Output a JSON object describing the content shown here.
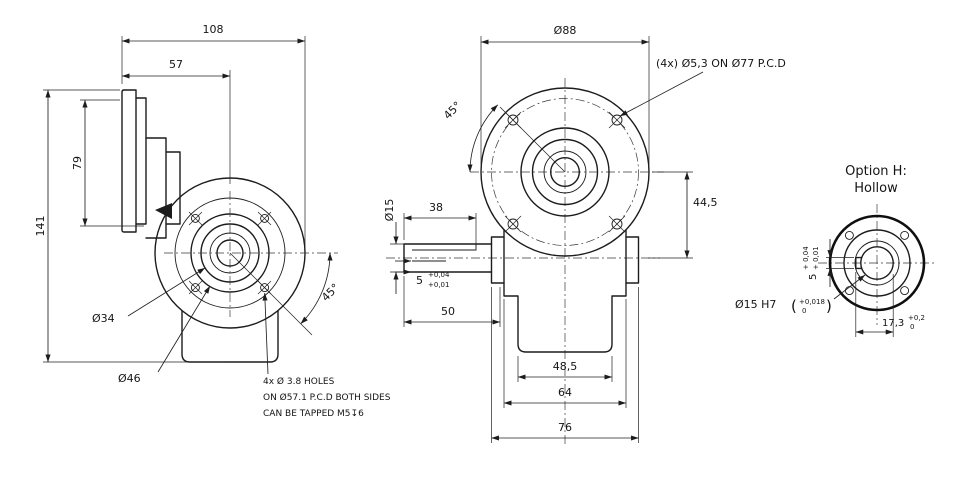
{
  "left_view": {
    "dim_width_total": "108",
    "dim_width_flange": "57",
    "dim_height_total": "141",
    "dim_height_flange": "79",
    "label_dia_34": "Ø34",
    "label_dia_46": "Ø46",
    "label_angle": "45°",
    "note_line1": "4x Ø 3.8 HOLES",
    "note_line2": "ON Ø57.1 P.C.D BOTH SIDES",
    "note_line3": "CAN BE TAPPED M5↧6"
  },
  "front_view": {
    "dim_flange_dia": "Ø88",
    "note_holes": "(4x) Ø5,3 ON Ø77 P.C.D",
    "label_angle": "45°",
    "label_shaft_dia": "Ø15",
    "dim_shaft_usable": "38",
    "dim_key_width": "5",
    "key_tol_upper": "+0,04",
    "key_tol_lower": "+0,01",
    "dim_shaft_length": "50",
    "dim_center_height": "44,5",
    "dim_foot_width": "48,5",
    "dim_body_width": "64",
    "dim_overall_width": "76"
  },
  "hollow_view": {
    "title_line1": "Option H:",
    "title_line2": "Hollow",
    "dim_key_width": "5",
    "key_tol_upper": "+ 0,04",
    "key_tol_lower": "+ 0,01",
    "bore_label": "Ø15 H7",
    "bore_paren_open": "(",
    "bore_tol_upper": "+0,018",
    "bore_tol_lower": "0",
    "bore_paren_close": ")",
    "dim_key_depth": "17,3",
    "depth_tol_upper": "+0,2",
    "depth_tol_lower": "0"
  }
}
